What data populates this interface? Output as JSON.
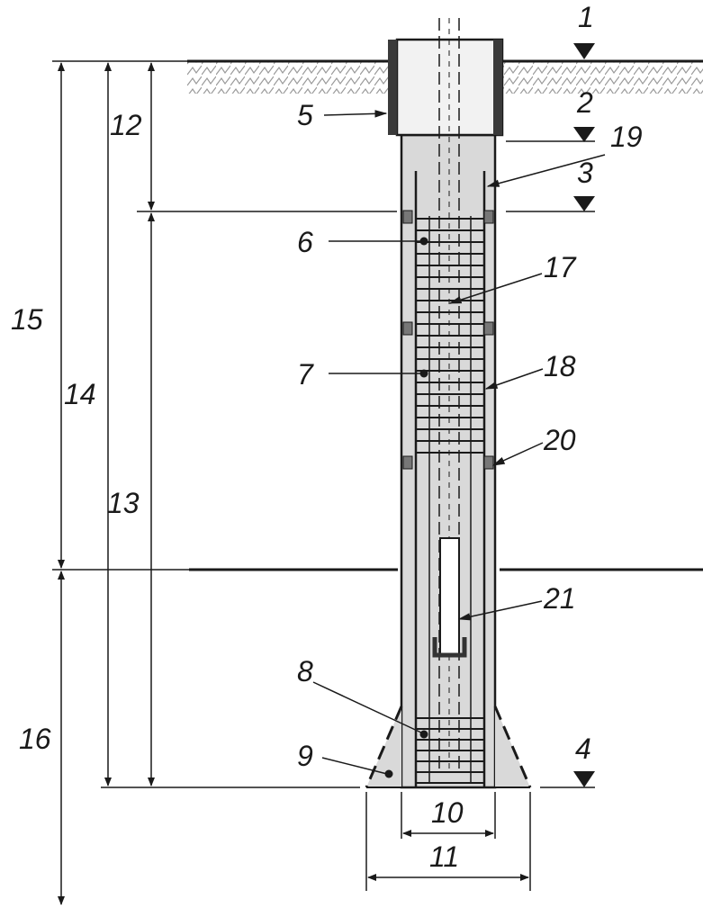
{
  "labels": {
    "l1": "1",
    "l2": "2",
    "l3": "3",
    "l4": "4",
    "l5": "5",
    "l6": "6",
    "l7": "7",
    "l8": "8",
    "l9": "9",
    "l10": "10",
    "l11": "11",
    "l12": "12",
    "l13": "13",
    "l14": "14",
    "l15": "15",
    "l16": "16",
    "l17": "17",
    "l18": "18",
    "l19": "19",
    "l20": "20",
    "l21": "21"
  },
  "colors": {
    "line": "#1a1a1a",
    "concrete": "#d9d9d9",
    "casing": "#f2f2f2",
    "pipe": "#ffffff",
    "soil_hatch": "#9a9a9a"
  }
}
